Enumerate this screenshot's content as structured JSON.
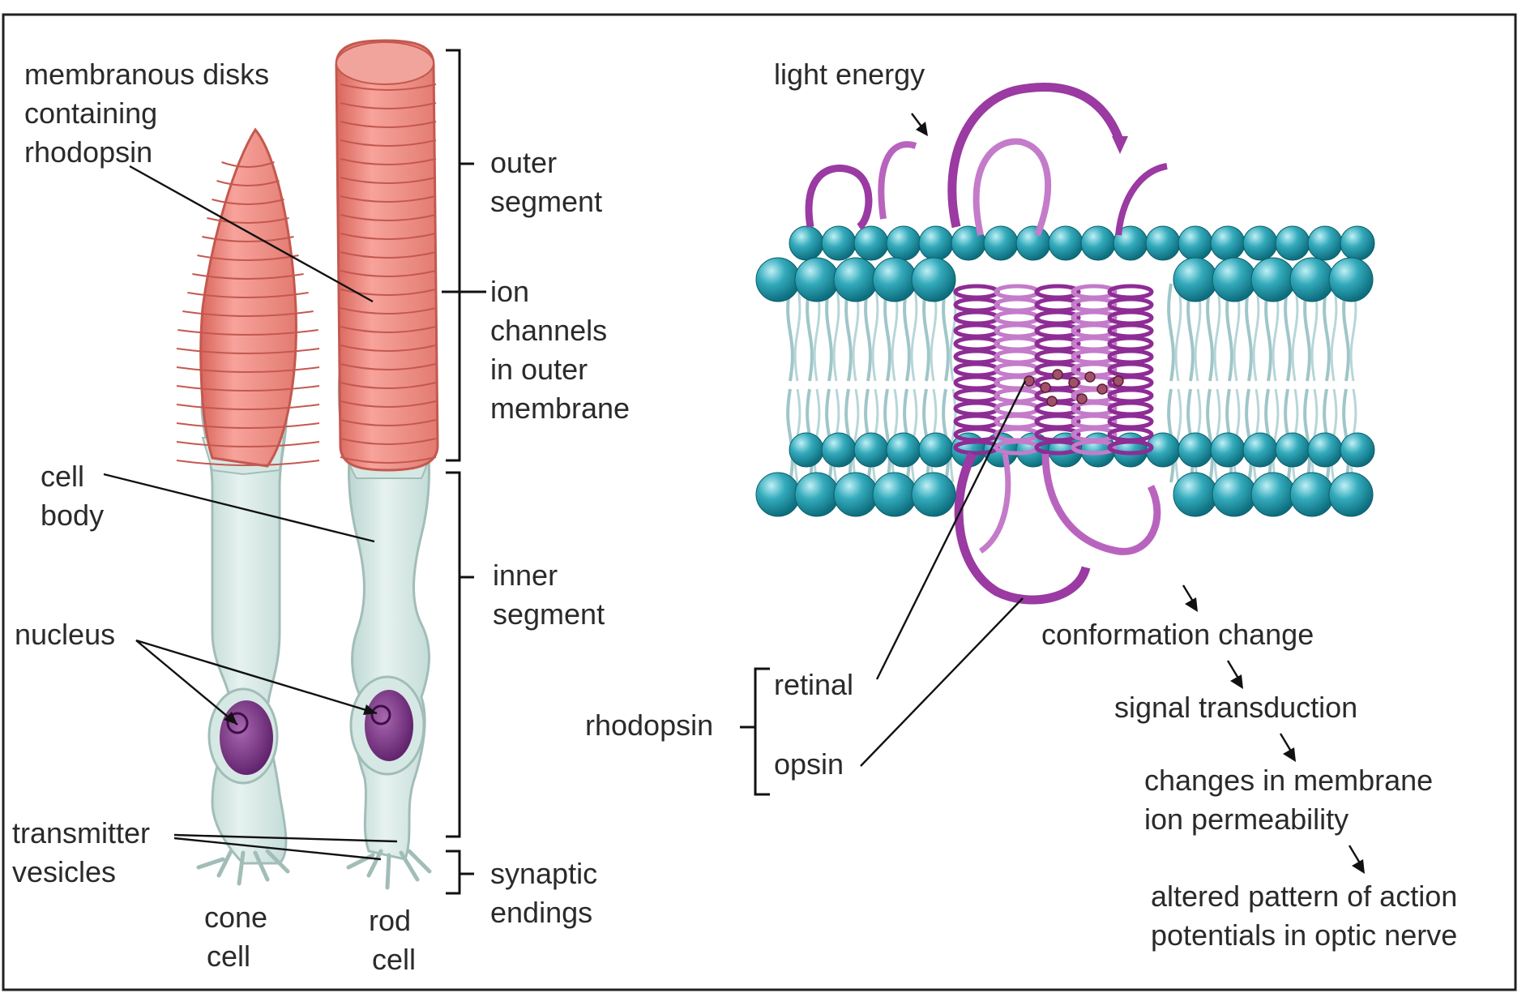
{
  "colors": {
    "outer_segment": "#ef8f86",
    "outer_segment_lines": "#c4584f",
    "cell_body": "#d6e8e4",
    "cell_outline": "#a2bdb8",
    "nucleus": "#7a2f84",
    "lipid_head": "#17889a",
    "lipid_head_light": "#7fd6e1",
    "protein": "#8e2c95",
    "protein_light": "#cf8bd3"
  },
  "left_panel": {
    "labels": {
      "membranous_disks": [
        "membranous disks",
        "containing",
        "rhodopsin"
      ],
      "cell_body": [
        "cell",
        "body"
      ],
      "nucleus": "nucleus",
      "transmitter_vesicles": [
        "transmitter",
        "vesicles"
      ],
      "cone_cell": [
        "cone",
        "cell"
      ],
      "rod_cell": [
        "rod",
        "cell"
      ],
      "outer_segment": [
        "outer",
        "segment"
      ],
      "ion_channels": [
        "ion",
        "channels",
        "in outer",
        "membrane"
      ],
      "inner_segment": [
        "inner",
        "segment"
      ],
      "synaptic_endings": [
        "synaptic",
        "endings"
      ]
    }
  },
  "right_panel": {
    "light_energy": "light energy",
    "rhodopsin": "rhodopsin",
    "retinal": "retinal",
    "opsin": "opsin",
    "cascade": {
      "step1": "conformation change",
      "step2": "signal transduction",
      "step3": [
        "changes in membrane",
        "ion permeability"
      ],
      "step4": [
        "altered pattern of action",
        "potentials in optic nerve"
      ]
    }
  }
}
